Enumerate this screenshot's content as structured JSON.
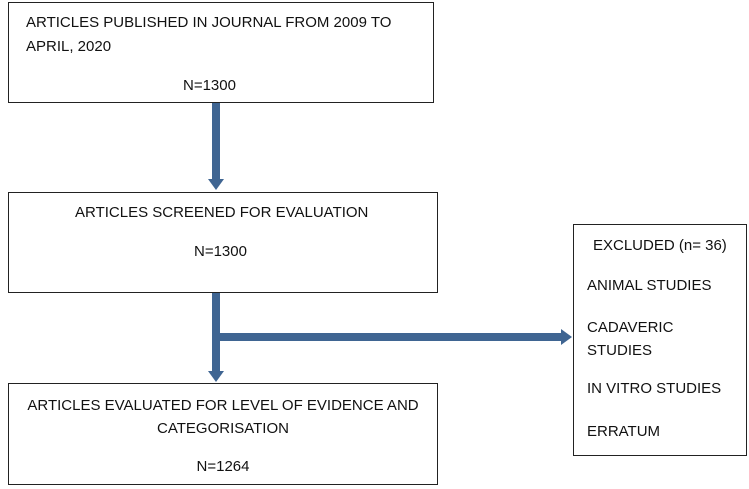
{
  "flow": {
    "box1": {
      "line1": "ARTICLES PUBLISHED IN JOURNAL FROM 2009 TO",
      "line2": "APRIL, 2020",
      "count": "N=1300"
    },
    "box2": {
      "title": "ARTICLES SCREENED FOR EVALUATION",
      "count": "N=1300"
    },
    "box3": {
      "line1": "ARTICLES EVALUATED FOR LEVEL OF EVIDENCE AND",
      "line2": "CATEGORISATION",
      "count": "N=1264"
    },
    "excluded": {
      "title": "EXCLUDED (n= 36)",
      "items": [
        "ANIMAL STUDIES",
        "CADAVERIC",
        "STUDIES",
        "IN VITRO STUDIES",
        "ERRATUM"
      ]
    }
  },
  "colors": {
    "arrow": "#3f6592",
    "border": "#222222"
  }
}
